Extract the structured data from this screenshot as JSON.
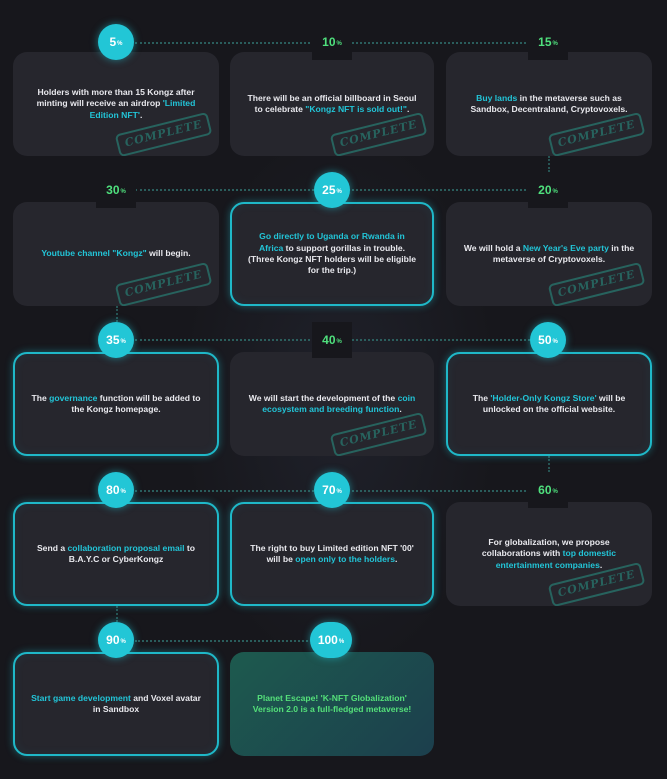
{
  "stamp_text": "COMPLETE",
  "milestones": [
    {
      "percent": "5",
      "unit": "%",
      "parts": [
        {
          "t": "Holders with more than 15 Kongz after minting will receive an airdrop "
        },
        {
          "t": "'Limited Edition NFT'",
          "hl": true
        },
        {
          "t": "."
        }
      ]
    },
    {
      "percent": "10",
      "unit": "%",
      "parts": [
        {
          "t": "There will be an official billboard in Seoul to celebrate "
        },
        {
          "t": "\"Kongz NFT is sold out!\"",
          "hl": true
        },
        {
          "t": "."
        }
      ]
    },
    {
      "percent": "15",
      "unit": "%",
      "parts": [
        {
          "t": "Buy lands",
          "hl": true
        },
        {
          "t": " in the metaverse such as Sandbox, Decentraland, Cryptovoxels."
        }
      ]
    },
    {
      "percent": "30",
      "unit": "%",
      "parts": [
        {
          "t": "Youtube channel \"Kongz\"",
          "hl": true
        },
        {
          "t": " will begin."
        }
      ]
    },
    {
      "percent": "25",
      "unit": "%",
      "parts": [
        {
          "t": "Go directly to Uganda or Rwanda in Africa",
          "hl": true
        },
        {
          "t": " to support gorillas in trouble. (Three Kongz NFT holders will be eligible for the trip.)"
        }
      ]
    },
    {
      "percent": "20",
      "unit": "%",
      "parts": [
        {
          "t": "We will hold a "
        },
        {
          "t": "New Year's Eve party",
          "hl": true
        },
        {
          "t": " in the metaverse of Cryptovoxels."
        }
      ]
    },
    {
      "percent": "35",
      "unit": "%",
      "parts": [
        {
          "t": "The "
        },
        {
          "t": "governance",
          "hl": true
        },
        {
          "t": " function will be added to the Kongz homepage."
        }
      ]
    },
    {
      "percent": "40",
      "unit": "%",
      "parts": [
        {
          "t": "We will start the development of the "
        },
        {
          "t": "coin ecosystem and breeding function",
          "hl": true
        },
        {
          "t": "."
        }
      ]
    },
    {
      "percent": "50",
      "unit": "%",
      "parts": [
        {
          "t": "The "
        },
        {
          "t": "'Holder-Only Kongz Store'",
          "hl": true
        },
        {
          "t": " will be unlocked on the official website."
        }
      ]
    },
    {
      "percent": "80",
      "unit": "%",
      "parts": [
        {
          "t": "Send a "
        },
        {
          "t": "collaboration proposal email",
          "hl": true
        },
        {
          "t": " to B.A.Y.C or CyberKongz"
        }
      ]
    },
    {
      "percent": "70",
      "unit": "%",
      "parts": [
        {
          "t": "The right to buy Limited edition NFT '00' will be "
        },
        {
          "t": "open only to the holders",
          "hl": true
        },
        {
          "t": "."
        }
      ]
    },
    {
      "percent": "60",
      "unit": "%",
      "parts": [
        {
          "t": "For globalization, we propose collaborations with "
        },
        {
          "t": "top domestic entertainment companies",
          "hl": true
        },
        {
          "t": "."
        }
      ]
    },
    {
      "percent": "90",
      "unit": "%",
      "parts": [
        {
          "t": "Start game development",
          "hl": true
        },
        {
          "t": " and Voxel avatar in Sandbox"
        }
      ]
    },
    {
      "percent": "100",
      "unit": "%",
      "parts": [
        {
          "t": "Planet Escape! 'K-NFT Globalization' Version 2.0 is a full-fledged metaverse!"
        }
      ]
    }
  ]
}
